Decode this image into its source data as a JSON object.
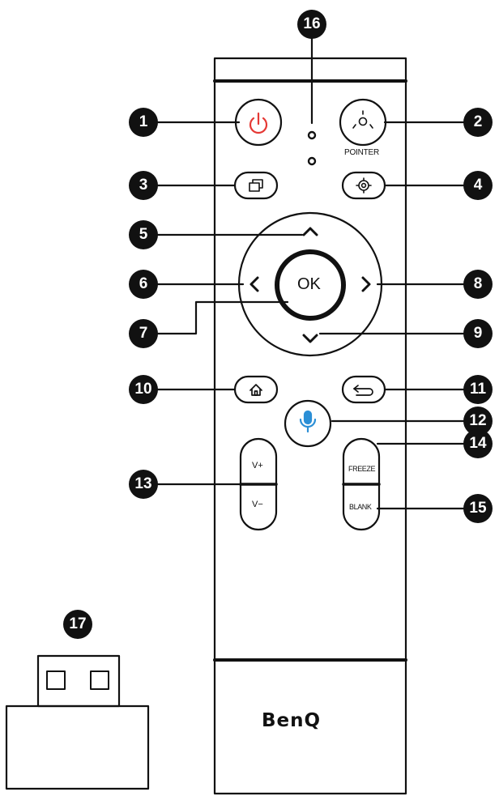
{
  "callouts": [
    "1",
    "2",
    "3",
    "4",
    "5",
    "6",
    "7",
    "8",
    "9",
    "10",
    "11",
    "12",
    "13",
    "14",
    "15",
    "16",
    "17"
  ],
  "labels": {
    "pointer": "POINTER",
    "ok": "OK",
    "vol_up": "V+",
    "vol_down": "V−",
    "freeze": "FREEZE",
    "blank": "BLANK",
    "brand": "BenQ"
  },
  "colors": {
    "line": "#111111",
    "power": "#e53935",
    "mic": "#2b8fd6"
  },
  "icons": [
    "power-icon",
    "pointer-icon",
    "source-icon",
    "settings-icon",
    "up-arrow-icon",
    "left-arrow-icon",
    "right-arrow-icon",
    "down-arrow-icon",
    "home-icon",
    "back-icon",
    "microphone-icon"
  ]
}
